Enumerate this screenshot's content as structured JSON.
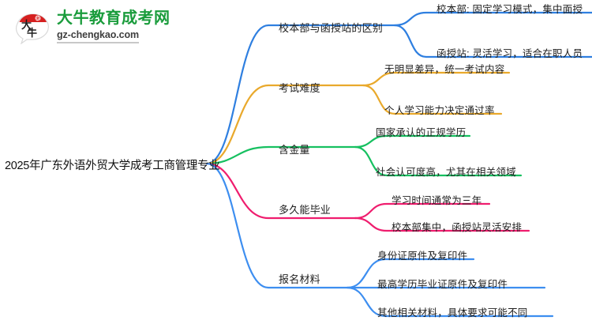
{
  "logo": {
    "mark_text": "大牛",
    "name_cn": "大牛教育成考网",
    "url": "gz-chengkao.com",
    "brand_color": "#1a9c3c",
    "mark_color": "#d62020"
  },
  "mindmap": {
    "root": {
      "label": "2025年广东外语外贸大学成考工商管理专业"
    },
    "branches": [
      {
        "label": "校本部与函授站的区别",
        "color": "#2f7fe0",
        "leaves": [
          "校本部: 固定学习模式，集中面授",
          "函授站: 灵活学习，适合在职人员"
        ]
      },
      {
        "label": "考试难度",
        "color": "#e9a92c",
        "leaves": [
          "无明显差异，统一考试内容",
          "个人学习能力决定通过率"
        ]
      },
      {
        "label": "含金量",
        "color": "#16c060",
        "leaves": [
          "国家承认的正规学历",
          "社会认可度高，尤其在相关领域"
        ]
      },
      {
        "label": "多久能毕业",
        "color": "#ef1d6e",
        "leaves": [
          "学习时间通常为三年",
          "校本部集中，函授站灵活安排"
        ]
      },
      {
        "label": "报名材料",
        "color": "#3d8ef0",
        "leaves": [
          "身份证原件及复印件",
          "最高学历毕业证原件及复印件",
          "其他相关材料，具体要求可能不同"
        ]
      }
    ]
  }
}
